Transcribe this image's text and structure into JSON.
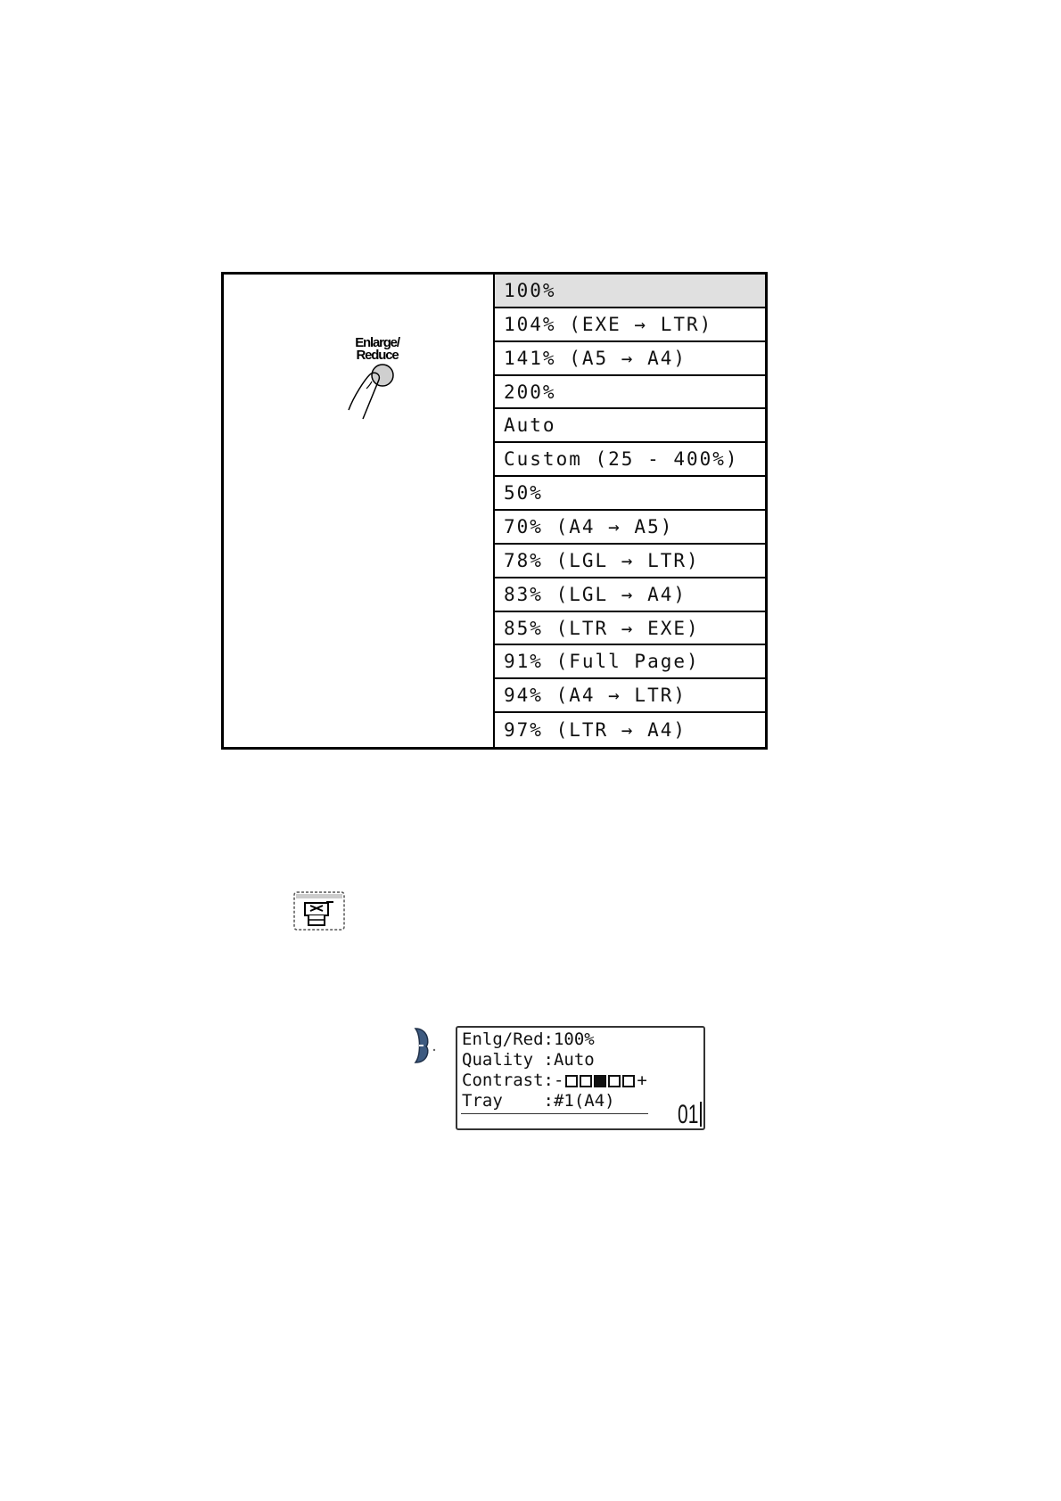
{
  "enlarge_reduce": {
    "button_label_line1": "Enlarge/",
    "button_label_line2": "Reduce",
    "options": [
      "100%",
      "104% (EXE → LTR)",
      "141% (A5 → A4)",
      "200%",
      "Auto",
      "Custom (25 - 400%)",
      "50%",
      "70% (A4 → A5)",
      "78% (LGL → LTR)",
      "83% (LGL → A4)",
      "85% (LTR → EXE)",
      "91% (Full Page)",
      "94% (A4 → LTR)",
      "97% (LTR → A4)"
    ],
    "selected_index": 0,
    "selected_color": "#e0e0e0"
  },
  "copy_key": {
    "icon": "copy-key-icon"
  },
  "lcd": {
    "marker_icon": "step-marker-icon",
    "line1": "Enlg/Red:100%",
    "line2": "Quality :Auto",
    "line3_label": "Contrast:-",
    "line3_end": "+",
    "contrast_cells": [
      false,
      false,
      true,
      false,
      false
    ],
    "line4": "Tray    :#1(A4)",
    "counter": "01"
  }
}
